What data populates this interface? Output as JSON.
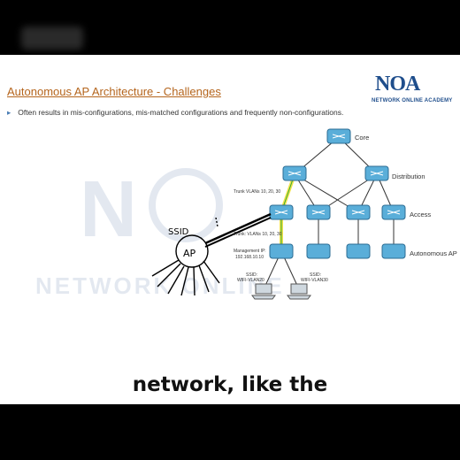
{
  "slide": {
    "title": "Autonomous AP Architecture - Challenges",
    "bullet": "Often results in mis-configurations, mis-matched configurations and frequently non-configurations.",
    "logo": {
      "text": "NOA",
      "subtitle": "NETWORK ONLINE ACADEMY"
    }
  },
  "diagram": {
    "layers": {
      "core": "Core",
      "distribution": "Distribution",
      "access": "Access",
      "ap": "Autonomous AP"
    },
    "trunk_upper": "Trunk VLANs 10, 20, 30",
    "trunk_lower": "Trunk: VLANs 10, 20, 30",
    "management_label": "Management IP:",
    "management_ip": "192.168.10.10",
    "ssid_left_label": "SSID:",
    "ssid_left_value": "WIFI-VLAN20",
    "ssid_right_label": "SSID:",
    "ssid_right_value": "WIFI-VLAN30",
    "handwriting": {
      "ssid": "SSID",
      "ap": "AP"
    },
    "watermark": "NETWORK ONLINE"
  },
  "caption": "network, like the",
  "colors": {
    "switch_fill": "#5aaed9",
    "title": "#b5651d",
    "logo": "#1f4e8c",
    "trunk_highlight": "#f2e34a"
  }
}
